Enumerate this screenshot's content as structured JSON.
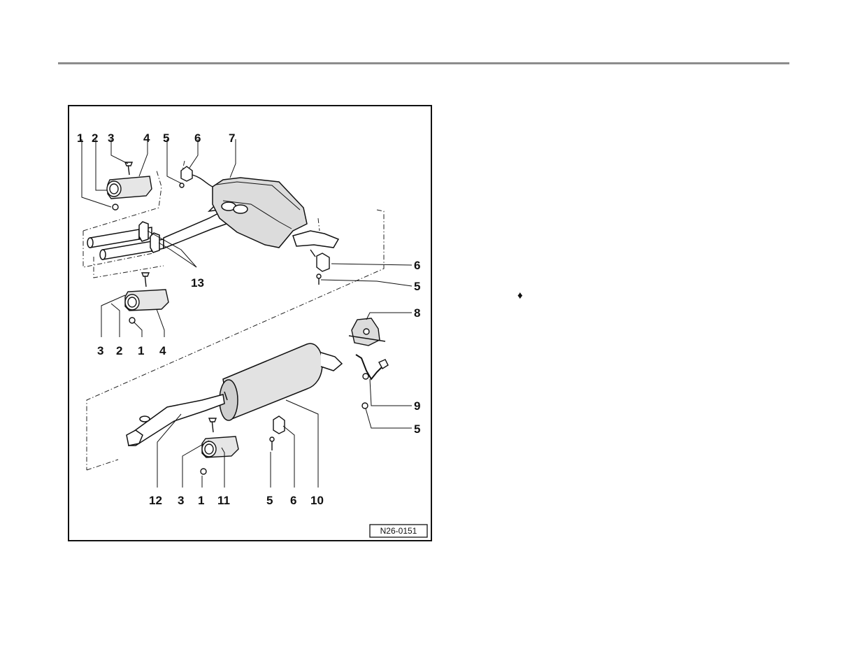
{
  "diagram": {
    "reference": "N26-0151",
    "callouts": {
      "c1": "1",
      "c2": "2",
      "c3": "3",
      "c4": "4",
      "c5": "5",
      "c6": "6",
      "c7": "7",
      "c13": "13",
      "c6b": "6",
      "c5b": "5",
      "c3b": "3",
      "c2b": "2",
      "c1b": "1",
      "c4b": "4",
      "c8": "8",
      "c9": "9",
      "c5c": "5",
      "c12": "12",
      "c3c": "3",
      "c1c": "1",
      "c11": "11",
      "c5d": "5",
      "c6c": "6",
      "c10": "10"
    }
  },
  "side_note": {
    "bullet": "♦"
  }
}
